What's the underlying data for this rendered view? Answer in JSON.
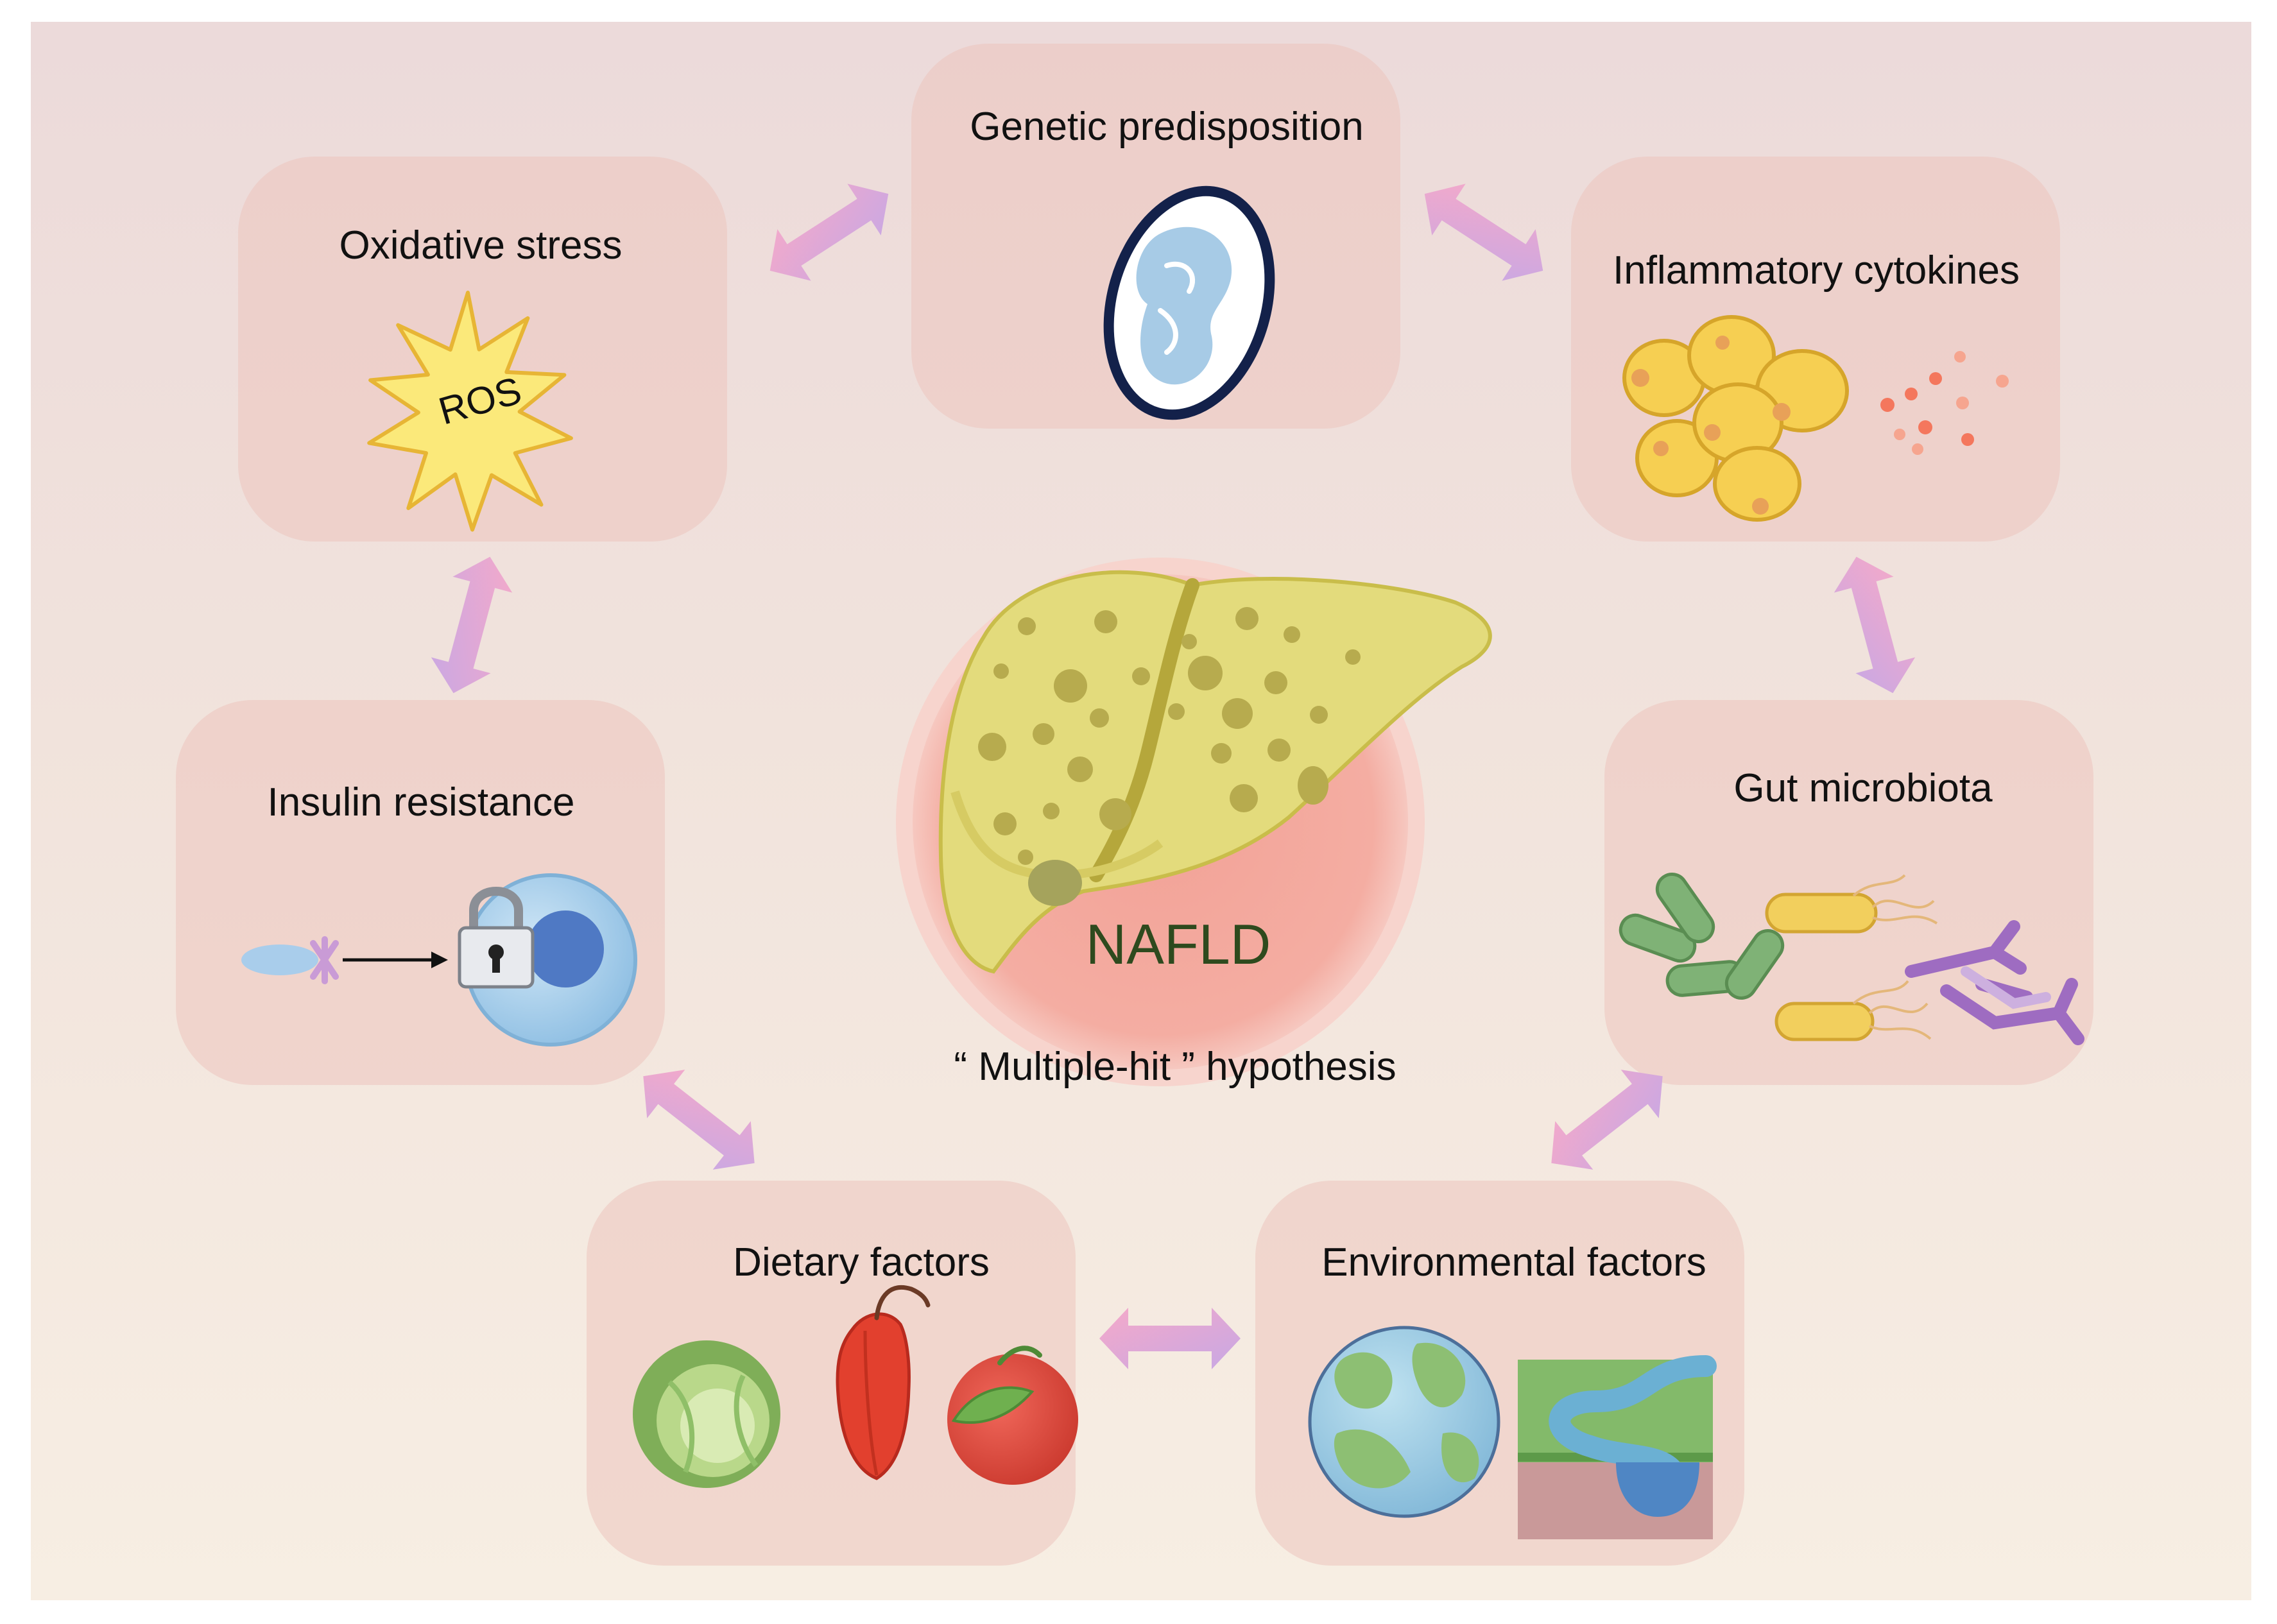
{
  "center": {
    "title": "NAFLD",
    "subtitle": "“ Multiple-hit ” hypothesis"
  },
  "factors": {
    "genetic": "Genetic predisposition",
    "oxidative": "Oxidative stress",
    "ros": "ROS",
    "inflammatory": "Inflammatory cytokines",
    "insulin": "Insulin resistance",
    "gut": "Gut microbiota",
    "dietary": "Dietary factors",
    "environmental": "Environmental factors"
  },
  "colors": {
    "box": "#ecc4be",
    "arrow_light": "#f5a9c9",
    "arrow_dark": "#c8a8e4",
    "liver": "#e3db7c",
    "nafld_circle": "#f3a79b",
    "ros_star": "#fbe97a"
  }
}
